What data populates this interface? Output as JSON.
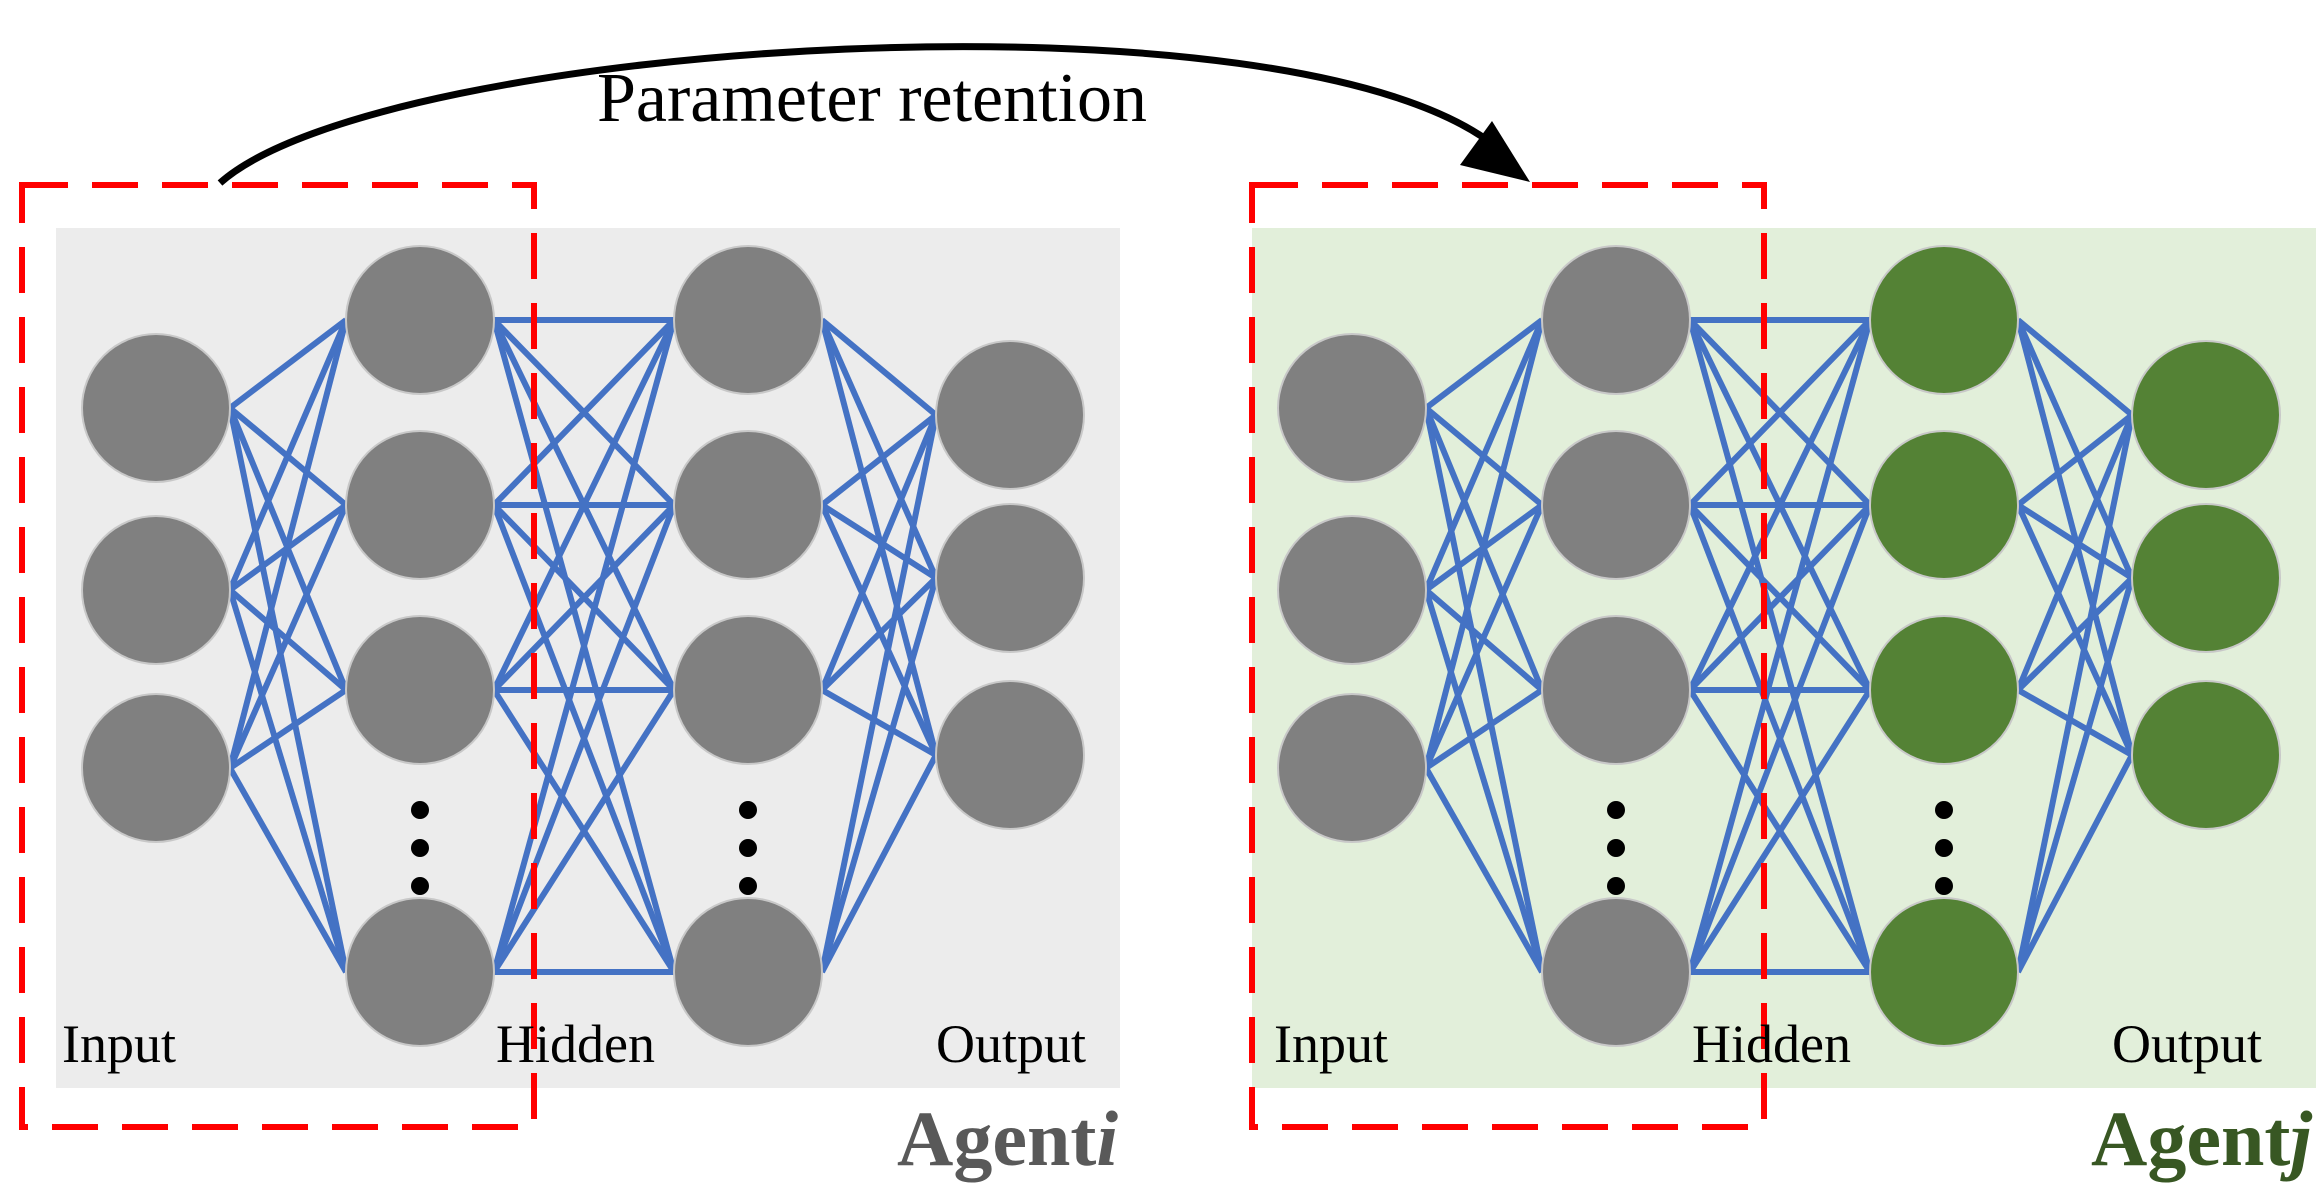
{
  "title": "Parameter retention",
  "colors": {
    "edge": "#4472c4",
    "grey_node": "#808080",
    "green_node": "#548235",
    "grey_panel": "#ececec",
    "green_panel": "#e2efda",
    "dash": "#ff0000",
    "agent_i": "#595959",
    "agent_j": "#385723",
    "arrow": "#000000"
  },
  "networks": [
    {
      "agent_label": "Agent",
      "agent_index": "i",
      "input_label": "Input",
      "hidden_label": "Hidden",
      "output_label": "Output",
      "layer_colors": [
        "grey",
        "grey",
        "grey",
        "grey"
      ]
    },
    {
      "agent_label": "Agent",
      "agent_index": "j",
      "input_label": "Input",
      "hidden_label": "Hidden",
      "output_label": "Output",
      "layer_colors": [
        "grey",
        "grey",
        "green",
        "green"
      ]
    }
  ]
}
